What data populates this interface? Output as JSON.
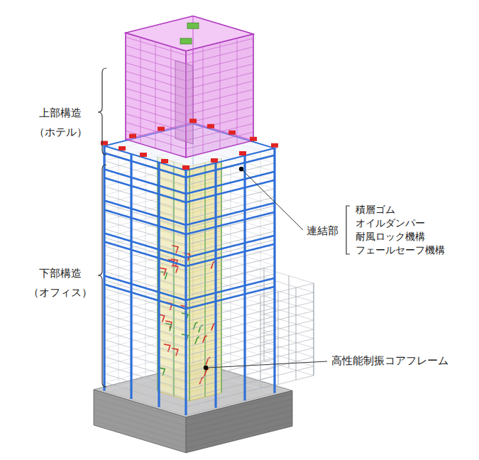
{
  "diagram": {
    "labels": [
      "上部構造",
      "（ホテル）",
      "下部構造",
      "（オフィス）",
      "連結部",
      "積層ゴム",
      "オイルダンパー",
      "耐風ロック機構",
      "フェールセーフ機構",
      "高性能制振コアフレーム"
    ]
  }
}
